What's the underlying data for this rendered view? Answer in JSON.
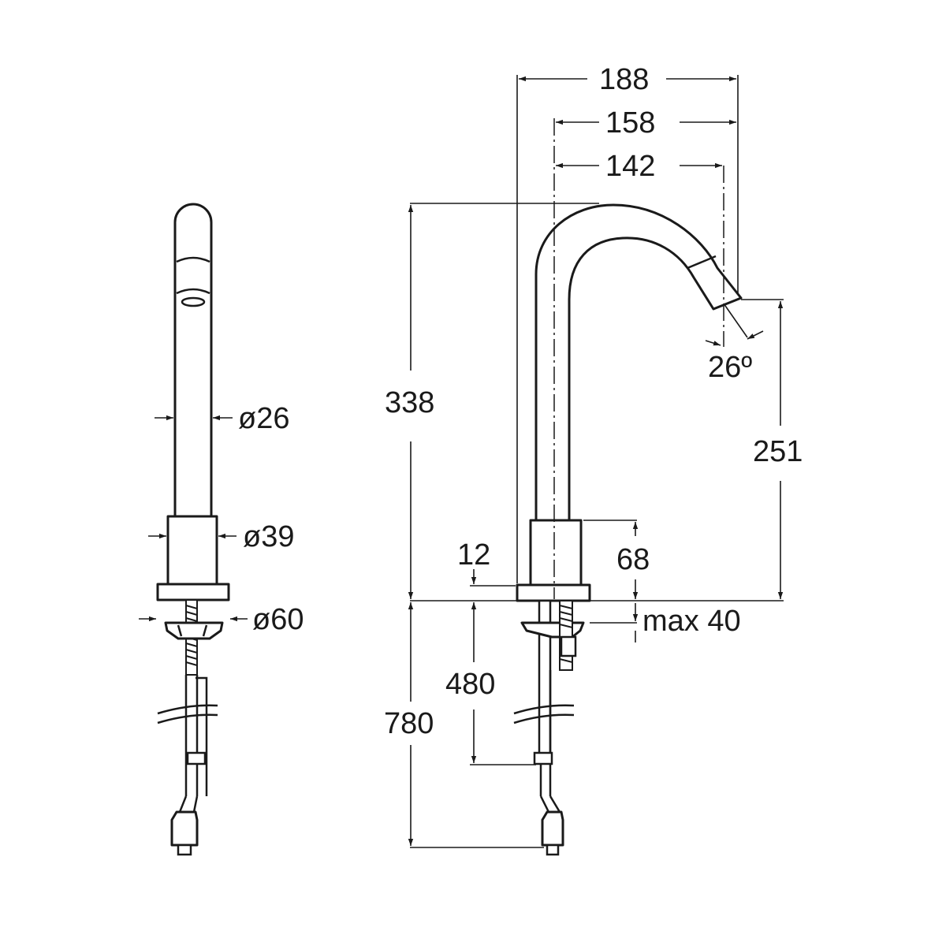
{
  "dimensions": {
    "side_view": {
      "spout_diameter": "ø26",
      "body_diameter": "ø39",
      "base_diameter": "ø60"
    },
    "front_view": {
      "reach_overall": "188",
      "reach_center": "158",
      "reach_outlet": "142",
      "outlet_angle": "26º",
      "height_total": "338",
      "height_outlet": "251",
      "body_height": "68",
      "base_plate": "12",
      "max_deck": "max 40",
      "hose_480": "480",
      "hose_780": "780"
    }
  }
}
